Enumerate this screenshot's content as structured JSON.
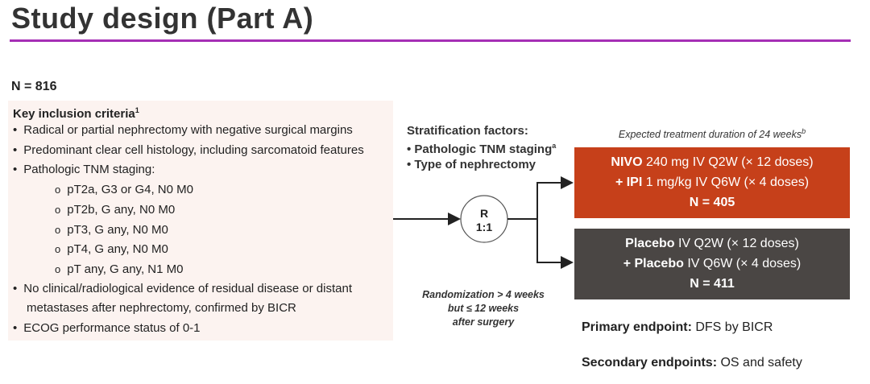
{
  "title": "Study design (Part A)",
  "n_total": "N = 816",
  "criteria": {
    "heading": "Key inclusion criteria",
    "heading_sup": "1",
    "items": [
      "Radical or partial nephrectomy with negative surgical margins",
      "Predominant clear cell histology, including sarcomatoid features",
      "Pathologic TNM staging:"
    ],
    "subitems": [
      "pT2a, G3 or G4, N0 M0",
      "pT2b, G any, N0 M0",
      "pT3, G any, N0 M0",
      "pT4, G any, N0 M0",
      "pT any, G any, N1 M0"
    ],
    "items2": [
      "No clinical/radiological evidence of residual disease or distant",
      "metastases after nephrectomy, confirmed by BICR",
      "ECOG performance status of 0-1"
    ]
  },
  "stratification": {
    "heading": "Stratification factors:",
    "items": [
      "Pathologic TNM staging",
      "Type of nephrectomy"
    ],
    "sup": "a"
  },
  "randomization": {
    "label": "R",
    "ratio": "1:1",
    "note": [
      "Randomization > 4 weeks",
      "but ≤ 12 weeks",
      "after surgery"
    ]
  },
  "duration": {
    "text": "Expected treatment duration of 24 weeks",
    "sup": "b"
  },
  "arms": [
    {
      "drug1": "NIVO",
      "dose1": " 240 mg IV Q2W (× 12 doses)",
      "drug2": "+ IPI",
      "dose2": " 1 mg/kg IV Q6W (× 4 doses)",
      "n": "N = 405",
      "color": "#c6401a"
    },
    {
      "drug1": "Placebo",
      "dose1": " IV Q2W (× 12 doses)",
      "drug2": "+ Placebo",
      "dose2": " IV Q6W (× 4 doses)",
      "n": "N = 411",
      "color": "#4a4644"
    }
  ],
  "endpoints": {
    "primary_label": "Primary endpoint:",
    "primary": " DFS by BICR",
    "secondary_label": "Secondary endpoints:",
    "secondary": " OS and safety"
  },
  "accent": "#a52fb5"
}
